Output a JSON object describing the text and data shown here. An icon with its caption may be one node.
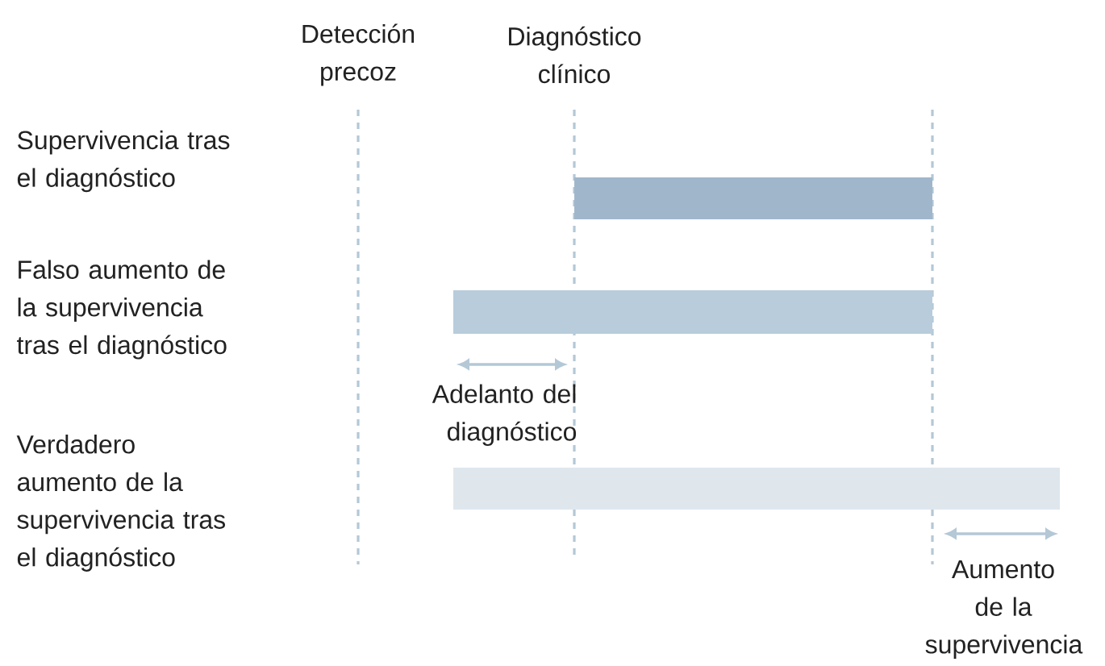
{
  "diagram": {
    "labels": [
      "Detección precoz",
      "Diagnóstico clínico",
      "Supervivencia tras el diagnóstico",
      "Falso aumento de la supervivencia tras el diagnóstico",
      "Adelanto del diagnóstico",
      "Verdadero aumento de la supervivencia tras el diagnóstico",
      "Aumento de la supervivencia"
    ]
  }
}
